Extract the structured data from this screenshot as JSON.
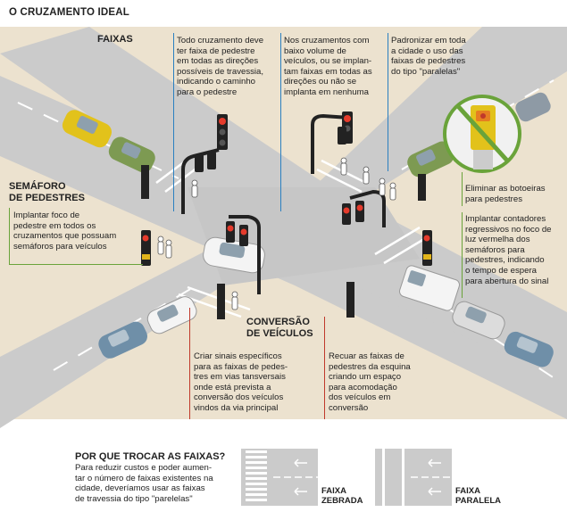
{
  "title": "O CRUZAMENTO IDEAL",
  "labels": {
    "faixas": "FAIXAS",
    "semaforo": "SEMÁFORO\nDE PEDESTRES",
    "conversao": "CONVERSÃO\nDE VEÍCULOS"
  },
  "notes": {
    "faixas_1": "Todo cruzamento deve\nter faixa de pedestre\nem todas as direções\npossíveis de travessia,\nindicando o caminho\npara o pedestre",
    "faixas_2": "Nos cruzamentos com\nbaixo volume de\nveículos, ou se implan-\ntam faixas em todas as\ndireções ou não se\nimplanta em nenhuma",
    "faixas_3": "Padronizar em toda\na cidade o uso das\nfaixas de pedestres\ndo tipo \"paralelas\"",
    "botoeiras": "Eliminar as botoeiras\npara pedestres",
    "contadores": "Implantar contadores\nregressivos no foco de\nluz vermelha dos\nsemáforos para\npedestres, indicando\no tempo de espera\npara abertura do sinal",
    "semaforo": "Implantar foco de\npedestre em todos os\ncruzamentos que possuam\nsemáforos para veículos",
    "conversao_1": "Criar sinais específicos\npara as faixas de pedes-\ntres em vias tansversais\nonde está prevista a\nconversão dos veículos\nvindos da via principal",
    "conversao_2": "Recuar as faixas de\npedestres da esquina\ncriando um espaço\npara acomodação\ndos veículos em\nconversão"
  },
  "bottom": {
    "heading": "POR QUE TROCAR AS FAIXAS?",
    "text": "Para reduzir custos e poder aumen-\ntar o número de faixas existentes na\ncidade, deveríamos usar as faixas\nde travessia do tipo \"parelelas\"",
    "zebrada": "FAIXA\nZEBRADA",
    "paralela": "FAIXA\nPARALELA"
  },
  "colors": {
    "road": "#cbcbcb",
    "sidewalk": "#ece2cf",
    "accent_blue": "#2a7fc0",
    "accent_red": "#c0392b",
    "accent_green": "#6aa33a",
    "car_yellow": "#e2c21b",
    "car_green": "#7d9a52",
    "car_blue": "#6f8fa8"
  }
}
